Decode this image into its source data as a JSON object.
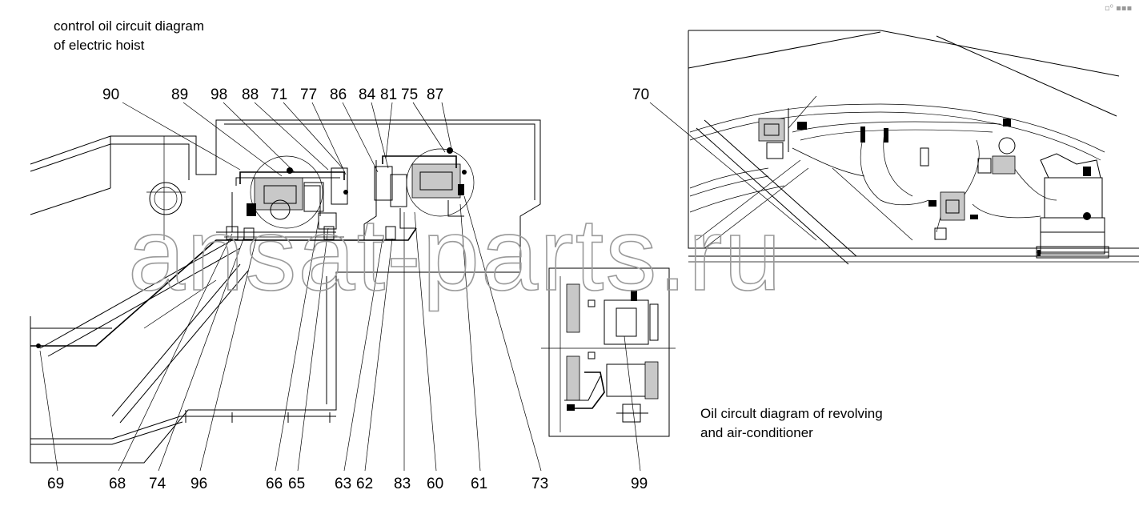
{
  "captions": {
    "left_line1": "control oil circuit diagram",
    "left_line2": "of electric hoist",
    "right_line1": "Oil circult diagram of revolving",
    "right_line2": "and air-conditioner"
  },
  "watermark": "ansat-parts.ru",
  "top_callouts": [
    "90",
    "89",
    "98",
    "88",
    "71",
    "77",
    "86",
    "84",
    "81",
    "75",
    "87",
    "70"
  ],
  "bottom_callouts": [
    "69",
    "68",
    "74",
    "96",
    "66",
    "65",
    "63",
    "62",
    "83",
    "60",
    "61",
    "73",
    "99"
  ],
  "corner_mark": "▫︎⁰ ▪▪▪"
}
